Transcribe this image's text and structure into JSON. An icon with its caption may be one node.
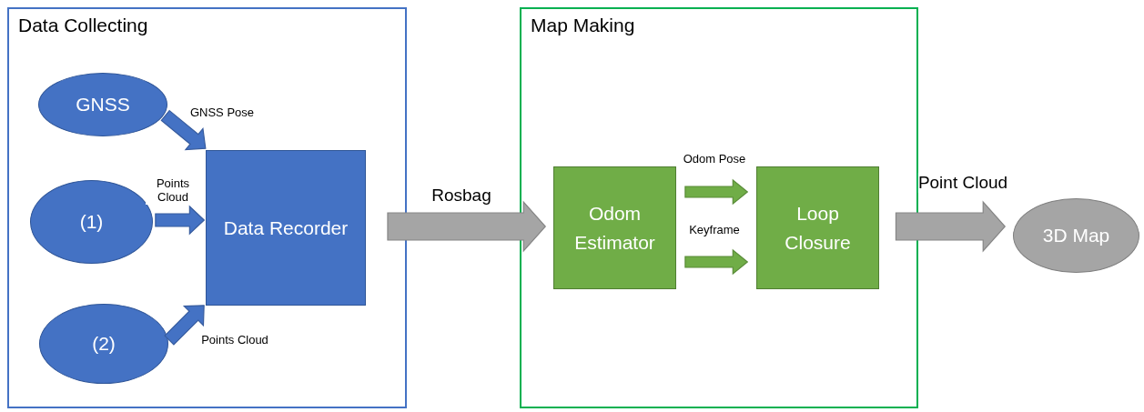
{
  "diagram": {
    "nodes": [
      {
        "text": [
          "Data Collecting"
        ]
      },
      {
        "text": [
          "GNSS"
        ],
        "in": 0
      },
      {
        "text": [
          "(1)"
        ],
        "in": 0
      },
      {
        "text": [
          "(2)"
        ],
        "in": 0
      },
      {
        "text": [
          "Data Recorder"
        ],
        "in": 0
      },
      {
        "text": [
          "Map Making"
        ]
      },
      {
        "text": [
          "Odom Estimator"
        ],
        "in": 5
      },
      {
        "text": [
          "Loop Closure"
        ],
        "in": 5
      },
      {
        "text": [
          "3D Map"
        ]
      }
    ],
    "edges": [
      {
        "from": 1,
        "to": 4,
        "arrow": "to",
        "label": "GNSS Pose",
        "style": "thick",
        "color": "#4472c4"
      },
      {
        "from": 2,
        "to": 4,
        "arrow": "to",
        "label": "Points Cloud",
        "style": "thick",
        "color": "#4472c4"
      },
      {
        "from": 3,
        "to": 4,
        "arrow": "to",
        "label": "Points Cloud",
        "style": "thick",
        "color": "#4472c4"
      },
      {
        "from": 4,
        "to": 6,
        "arrow": "to",
        "label": "Rosbag",
        "style": "thick",
        "color": "#a5a5a5"
      },
      {
        "from": 6,
        "to": 7,
        "arrow": "to",
        "label": "Odom Pose",
        "style": "thick",
        "color": "#70ad47"
      },
      {
        "from": 6,
        "to": 7,
        "arrow": "to",
        "label": "Keyframe",
        "style": "thick",
        "color": "#70ad47"
      },
      {
        "from": 7,
        "to": 8,
        "arrow": "to",
        "label": "Point Cloud",
        "style": "thick",
        "color": "#a5a5a5"
      }
    ]
  }
}
